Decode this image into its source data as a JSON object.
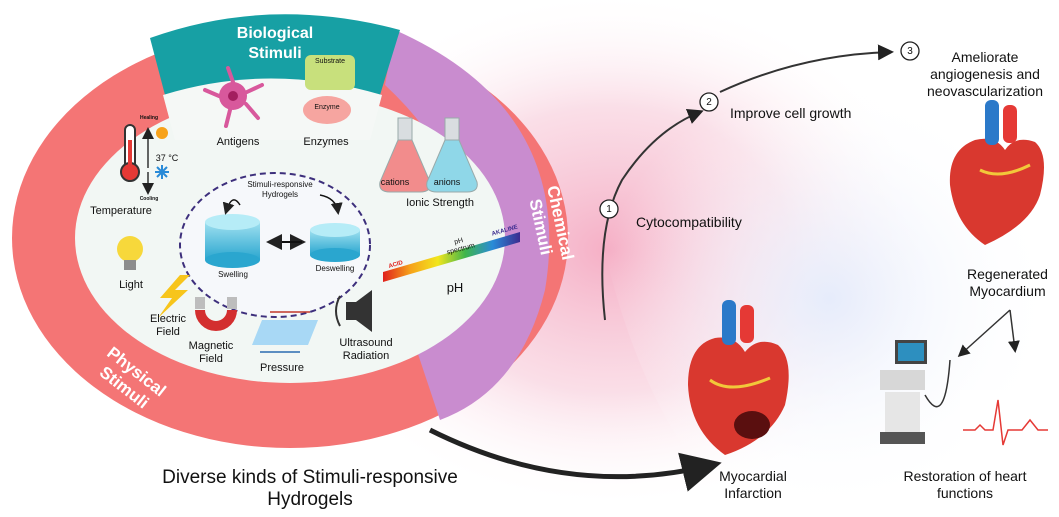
{
  "sections": {
    "biological": "Biological\nStimuli",
    "chemical": "Chemical\nStimuli",
    "physical": "Physical\nStimuli"
  },
  "biological_items": {
    "antigens": "Antigens",
    "enzymes": "Enzymes",
    "substrate": "Substrate",
    "enzyme": "Enzyme"
  },
  "chemical_items": {
    "cations": "cations",
    "anions": "anions",
    "ionic_strength": "Ionic Strength",
    "ph_spectrum": "pH\nspectrum",
    "acid": "ACID",
    "alkaline": "AKALINE",
    "ph": "pH"
  },
  "physical_items": {
    "healing": "Healing",
    "cooling": "Cooling",
    "temp_value": "37 °C",
    "temperature": "Temperature",
    "light": "Light",
    "electric_field": "Electric\nField",
    "magnetic_field": "Magnetic\nField",
    "pressure": "Pressure",
    "ultrasound": "Ultrasound\nRadiation"
  },
  "center": {
    "title": "Stimuli-responsive\nHydrogels",
    "swelling": "Swelling",
    "deswelling": "Deswelling"
  },
  "caption": "Diverse kinds of Stimuli-responsive\nHydrogels",
  "steps": [
    {
      "num": "1",
      "label": "Cytocompatibility"
    },
    {
      "num": "2",
      "label": "Improve cell growth"
    },
    {
      "num": "3",
      "label": "Ameliorate\nangiogenesis and\nneovascularization"
    }
  ],
  "outcomes": {
    "regenerated": "Regenerated\nMyocardium",
    "infarction": "Myocardial\nInfarction",
    "restoration": "Restoration of heart\nfunctions"
  },
  "colors": {
    "physical": "#f47575",
    "biological": "#17a0a4",
    "chemical": "#c98ccf",
    "center_fill": "#f2f7f4",
    "dashed_ellipse": "#3d2f7c",
    "hydrogel": "#5fc3dc"
  }
}
